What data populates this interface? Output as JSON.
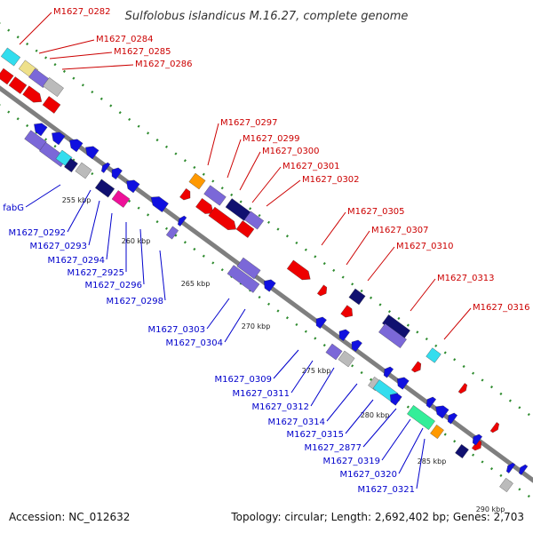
{
  "title": "Sulfolobus islandicus M.16.27, complete genome",
  "footer": {
    "accession": "Accession: NC_012632",
    "summary": "Topology: circular; Length: 2,692,402 bp; Genes: 2,703"
  },
  "scale_ticks": [
    "255 kbp",
    "260 kbp",
    "265 kbp",
    "270 kbp",
    "275 kbp",
    "280 kbp",
    "285 kbp",
    "290 kbp"
  ],
  "plus_strand_labels": [
    "M1627_0282",
    "M1627_0284",
    "M1627_0285",
    "M1627_0286",
    "M1627_0297",
    "M1627_0299",
    "M1627_0300",
    "M1627_0301",
    "M1627_0302",
    "M1627_0305",
    "M1627_0307",
    "M1627_0310",
    "M1627_0313",
    "M1627_0316"
  ],
  "minus_strand_labels": [
    "fabG",
    "M1627_0292",
    "M1627_0293",
    "M1627_0294",
    "M1627_2925",
    "M1627_0296",
    "M1627_0298",
    "M1627_0303",
    "M1627_0304",
    "M1627_0309",
    "M1627_0311",
    "M1627_0312",
    "M1627_0314",
    "M1627_0315",
    "M1627_2877",
    "M1627_0319",
    "M1627_0320",
    "M1627_0321"
  ],
  "colors": {
    "plus_label": "#cc0000",
    "minus_label": "#0000cc",
    "backbone": "#7f7f7f",
    "gc_dots": "#2e8b2e",
    "gene_red": "#ee0000",
    "gene_blue": "#1010e0",
    "gene_lavender": "#7b68d8",
    "gene_navy": "#101070",
    "gene_cyan": "#33ddee",
    "gene_magenta": "#ee1199",
    "gene_orange": "#ff9900",
    "gene_gray": "#bbbbbb",
    "gene_khaki": "#eee08a",
    "gene_mint": "#33ee99"
  }
}
